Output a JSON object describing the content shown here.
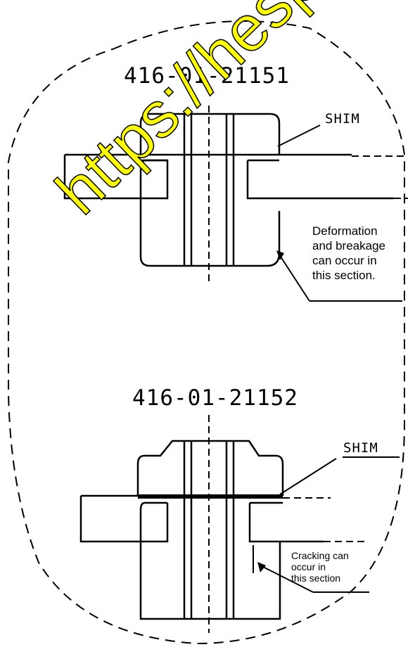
{
  "diagram": {
    "top": {
      "part_number": "416-01-21151",
      "shim_label": "SHIM",
      "note": "Deformation\nand breakage\ncan occur in\nthis section."
    },
    "bottom": {
      "part_number": "416-01-21152",
      "shim_label": "SHIM",
      "note": "Cracking can\noccur in\nthis section"
    },
    "watermark": "https://hesp"
  }
}
